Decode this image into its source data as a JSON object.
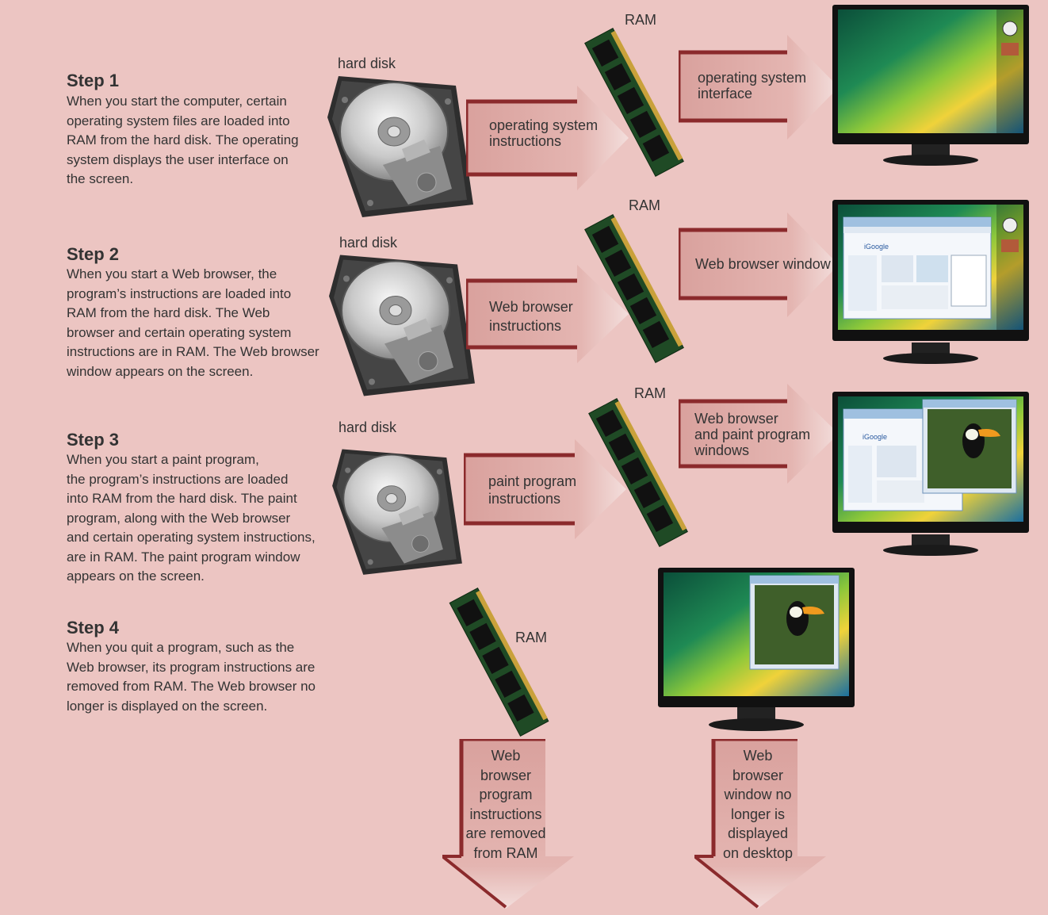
{
  "steps": [
    {
      "title": "Step 1",
      "lines": [
        "When you start the computer, certain",
        "operating system files are loaded into",
        "RAM from the hard disk. The operating",
        "system displays the user interface on",
        "the screen."
      ]
    },
    {
      "title": "Step 2",
      "lines": [
        "When you start a Web browser, the",
        "program’s instructions are loaded into",
        "RAM from the hard disk. The Web",
        "browser and certain operating system",
        "instructions are in RAM. The Web browser",
        "window appears on the screen."
      ]
    },
    {
      "title": "Step 3",
      "lines": [
        "When you start a paint program,",
        "the program’s instructions are loaded",
        "into RAM from the hard disk. The paint",
        "program, along with the Web browser",
        "and certain operating system instructions,",
        "are in RAM. The paint program window",
        "appears on the screen."
      ]
    },
    {
      "title": "Step 4",
      "lines": [
        "When you quit a program, such as the",
        "Web browser, its program instructions are",
        "removed from RAM. The Web browser no",
        "longer is displayed on the screen."
      ]
    }
  ],
  "labels": {
    "hard_disk": "hard disk",
    "ram": "RAM"
  },
  "arrows": {
    "a1": [
      "operating system",
      "instructions"
    ],
    "b1": [
      "operating system",
      "interface"
    ],
    "a2": [
      "Web browser",
      "instructions"
    ],
    "b2": [
      "Web browser window"
    ],
    "a3": [
      "paint program",
      "instructions"
    ],
    "b3": [
      "Web browser",
      "and paint program",
      "windows"
    ],
    "d1": [
      "Web",
      "browser",
      "program",
      "instructions",
      "are removed",
      "from RAM"
    ],
    "d2": [
      "Web",
      "browser",
      "window no",
      "longer is",
      "displayed",
      "on desktop"
    ]
  },
  "logos": {
    "google": "iGoogle"
  },
  "colors": {
    "background": "#ecc5c2",
    "arrow_fill": "#dda7a3",
    "arrow_edge": "#8b2a2c"
  }
}
